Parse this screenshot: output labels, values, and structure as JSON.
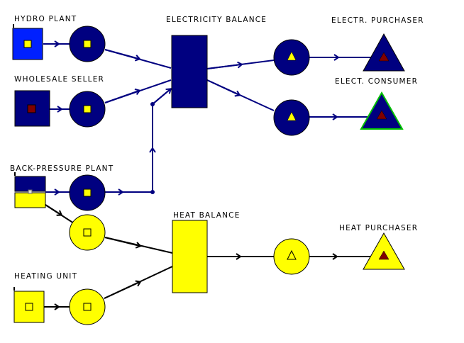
{
  "diagram": {
    "title_labels": {
      "hydro_plant": "HYDRO PLANT",
      "wholesale_seller": "WHOLESALE SELLER",
      "back_pressure_plant": "BACK-PRESSURE PLANT",
      "heating_unit": "HEATING UNIT",
      "electricity_balance": "ELECTRICITY BALANCE",
      "heat_balance": "HEAT BALANCE",
      "electr_purchaser": "ELECTR. PURCHASER",
      "elect_consumer": "ELECT. CONSUMER",
      "heat_purchaser": "HEAT PURCHASER"
    },
    "colors": {
      "electricity": "#000080",
      "hydro_fill": "#0020ff",
      "heat": "#ffff00",
      "marker_dark": "#800000",
      "heat_line": "#000000",
      "consumer_border": "#00c000"
    }
  }
}
